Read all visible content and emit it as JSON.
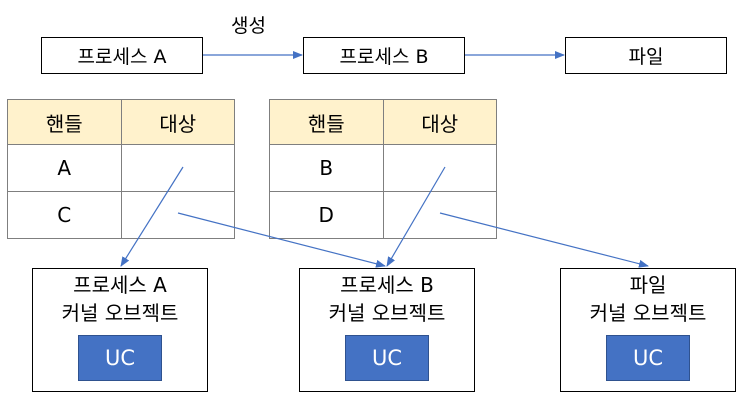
{
  "top_row": {
    "process_a": "프로세스 A",
    "process_b": "프로세스 B",
    "file": "파일",
    "create_label": "생성"
  },
  "table_a": {
    "headers": [
      "핸들",
      "대상"
    ],
    "rows": [
      [
        "A",
        ""
      ],
      [
        "C",
        ""
      ]
    ]
  },
  "table_b": {
    "headers": [
      "핸들",
      "대상"
    ],
    "rows": [
      [
        "B",
        ""
      ],
      [
        "D",
        ""
      ]
    ]
  },
  "kernel_objects": [
    {
      "title": "프로세스 A",
      "subtitle": "커널 오브젝트",
      "uc": "UC"
    },
    {
      "title": "프로세스 B",
      "subtitle": "커널 오브젝트",
      "uc": "UC"
    },
    {
      "title": "파일",
      "subtitle": "커널 오브젝트",
      "uc": "UC"
    }
  ],
  "colors": {
    "arrow": "#4472c4",
    "header_fill": "#fff2cc",
    "uc_fill": "#4472c4"
  }
}
